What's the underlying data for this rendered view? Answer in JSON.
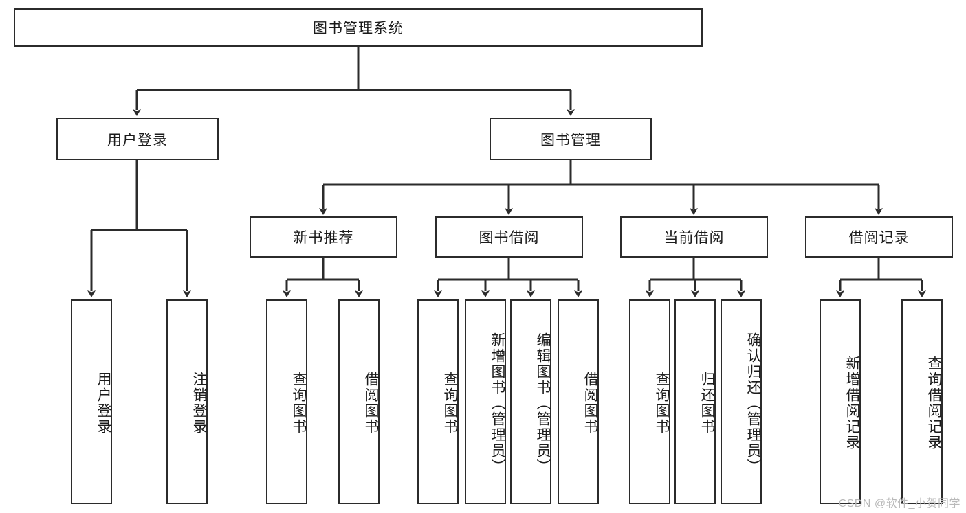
{
  "diagram": {
    "type": "tree-hierarchy",
    "title": "图书管理系统",
    "root": {
      "id": "root",
      "label": "图书管理系统"
    },
    "level2": [
      {
        "id": "user-login",
        "label": "用户登录"
      },
      {
        "id": "book-manage",
        "label": "图书管理"
      }
    ],
    "level3": [
      {
        "id": "new-book-rec",
        "label": "新书推荐",
        "parent": "book-manage"
      },
      {
        "id": "book-borrow",
        "label": "图书借阅",
        "parent": "book-manage"
      },
      {
        "id": "current-borrow",
        "label": "当前借阅",
        "parent": "book-manage"
      },
      {
        "id": "borrow-record",
        "label": "借阅记录",
        "parent": "book-manage"
      }
    ],
    "leaves": {
      "user-login": [
        {
          "id": "leaf-user-login",
          "label": "用户登录"
        },
        {
          "id": "leaf-logout",
          "label": "注销登录"
        }
      ],
      "new-book-rec": [
        {
          "id": "leaf-query-book-1",
          "label": "查询图书"
        },
        {
          "id": "leaf-borrow-book-1",
          "label": "借阅图书"
        }
      ],
      "book-borrow": [
        {
          "id": "leaf-query-book-2",
          "label": "查询图书"
        },
        {
          "id": "leaf-add-book",
          "label": "新增图书（管理员）"
        },
        {
          "id": "leaf-edit-book",
          "label": "编辑图书（管理员）"
        },
        {
          "id": "leaf-borrow-book-2",
          "label": "借阅图书"
        }
      ],
      "current-borrow": [
        {
          "id": "leaf-query-book-3",
          "label": "查询图书"
        },
        {
          "id": "leaf-return-book",
          "label": "归还图书"
        },
        {
          "id": "leaf-confirm-return",
          "label": "确认归还（管理员）"
        }
      ],
      "borrow-record": [
        {
          "id": "leaf-add-record",
          "label": "新增借阅记录"
        },
        {
          "id": "leaf-query-record",
          "label": "查询借阅记录"
        }
      ]
    },
    "colors": {
      "stroke": "#2b2b2b",
      "fill": "#ffffff",
      "text": "#1b1b1b",
      "watermark": "#b9b9b9"
    }
  },
  "watermark": {
    "text": "CSDN @软件_小贺同学"
  }
}
